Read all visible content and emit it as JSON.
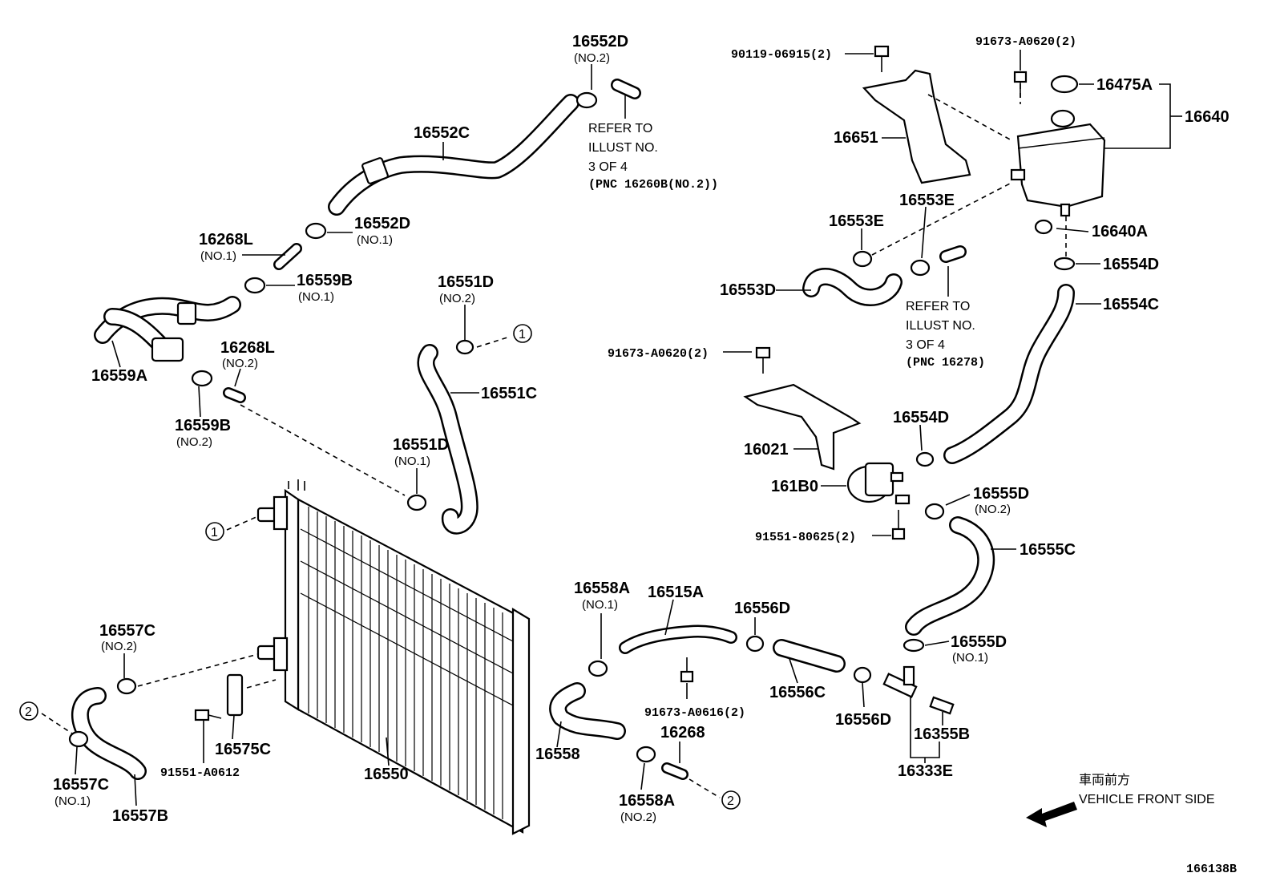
{
  "labels": {
    "p16552D_2": "16552D",
    "p16552D_2_sub": "(NO.2)",
    "p16552C": "16552C",
    "p16552D_1": "16552D",
    "p16552D_1_sub": "(NO.1)",
    "p16268L_1": "16268L",
    "p16268L_1_sub": "(NO.1)",
    "p16559B_1": "16559B",
    "p16559B_1_sub": "(NO.1)",
    "p16559A": "16559A",
    "p16268L_2": "16268L",
    "p16268L_2_sub": "(NO.2)",
    "p16559B_2": "16559B",
    "p16559B_2_sub": "(NO.2)",
    "p16551D_2": "16551D",
    "p16551D_2_sub": "(NO.2)",
    "p16551C": "16551C",
    "p16551D_1": "16551D",
    "p16551D_1_sub": "(NO.1)",
    "p90119": "90119-06915(2)",
    "p91673_top": "91673-A0620(2)",
    "p16475A": "16475A",
    "p16640": "16640",
    "p16651": "16651",
    "p16553E_a": "16553E",
    "p16553E_b": "16553E",
    "p16553D": "16553D",
    "p16640A": "16640A",
    "p16554D_top": "16554D",
    "p16554C": "16554C",
    "p91673_mid": "91673-A0620(2)",
    "p16021": "16021",
    "p16554D_mid": "16554D",
    "p161B0": "161B0",
    "p16555D_2": "16555D",
    "p16555D_2_sub": "(NO.2)",
    "p91551_80625": "91551-80625(2)",
    "p16555C": "16555C",
    "p16558A_1": "16558A",
    "p16558A_1_sub": "(NO.1)",
    "p16515A": "16515A",
    "p16556D_top": "16556D",
    "p16555D_1": "16555D",
    "p16555D_1_sub": "(NO.1)",
    "p16556C": "16556C",
    "p16556D_bot": "16556D",
    "p16355B": "16355B",
    "p16333E": "16333E",
    "p91673_A0616": "91673-A0616(2)",
    "p16268": "16268",
    "p16558": "16558",
    "p16558A_2": "16558A",
    "p16558A_2_sub": "(NO.2)",
    "p16557C_2": "16557C",
    "p16557C_2_sub": "(NO.2)",
    "p16557C_1": "16557C",
    "p16557C_1_sub": "(NO.1)",
    "p16557B": "16557B",
    "p16575C": "16575C",
    "p91551_A0612": "91551-A0612",
    "p16550": "16550"
  },
  "notes": {
    "refer1": [
      "REFER TO",
      "ILLUST NO.",
      "3 OF 4"
    ],
    "refer1_pnc": "(PNC 16260B(NO.2))",
    "refer2": [
      "REFER TO",
      "ILLUST NO.",
      "3 OF 4"
    ],
    "refer2_pnc": "(PNC 16278)"
  },
  "markers": {
    "one": "1",
    "two": "2"
  },
  "direction": {
    "jp": "車両前方",
    "en": "VEHICLE FRONT SIDE"
  },
  "figure_id": "166138B"
}
